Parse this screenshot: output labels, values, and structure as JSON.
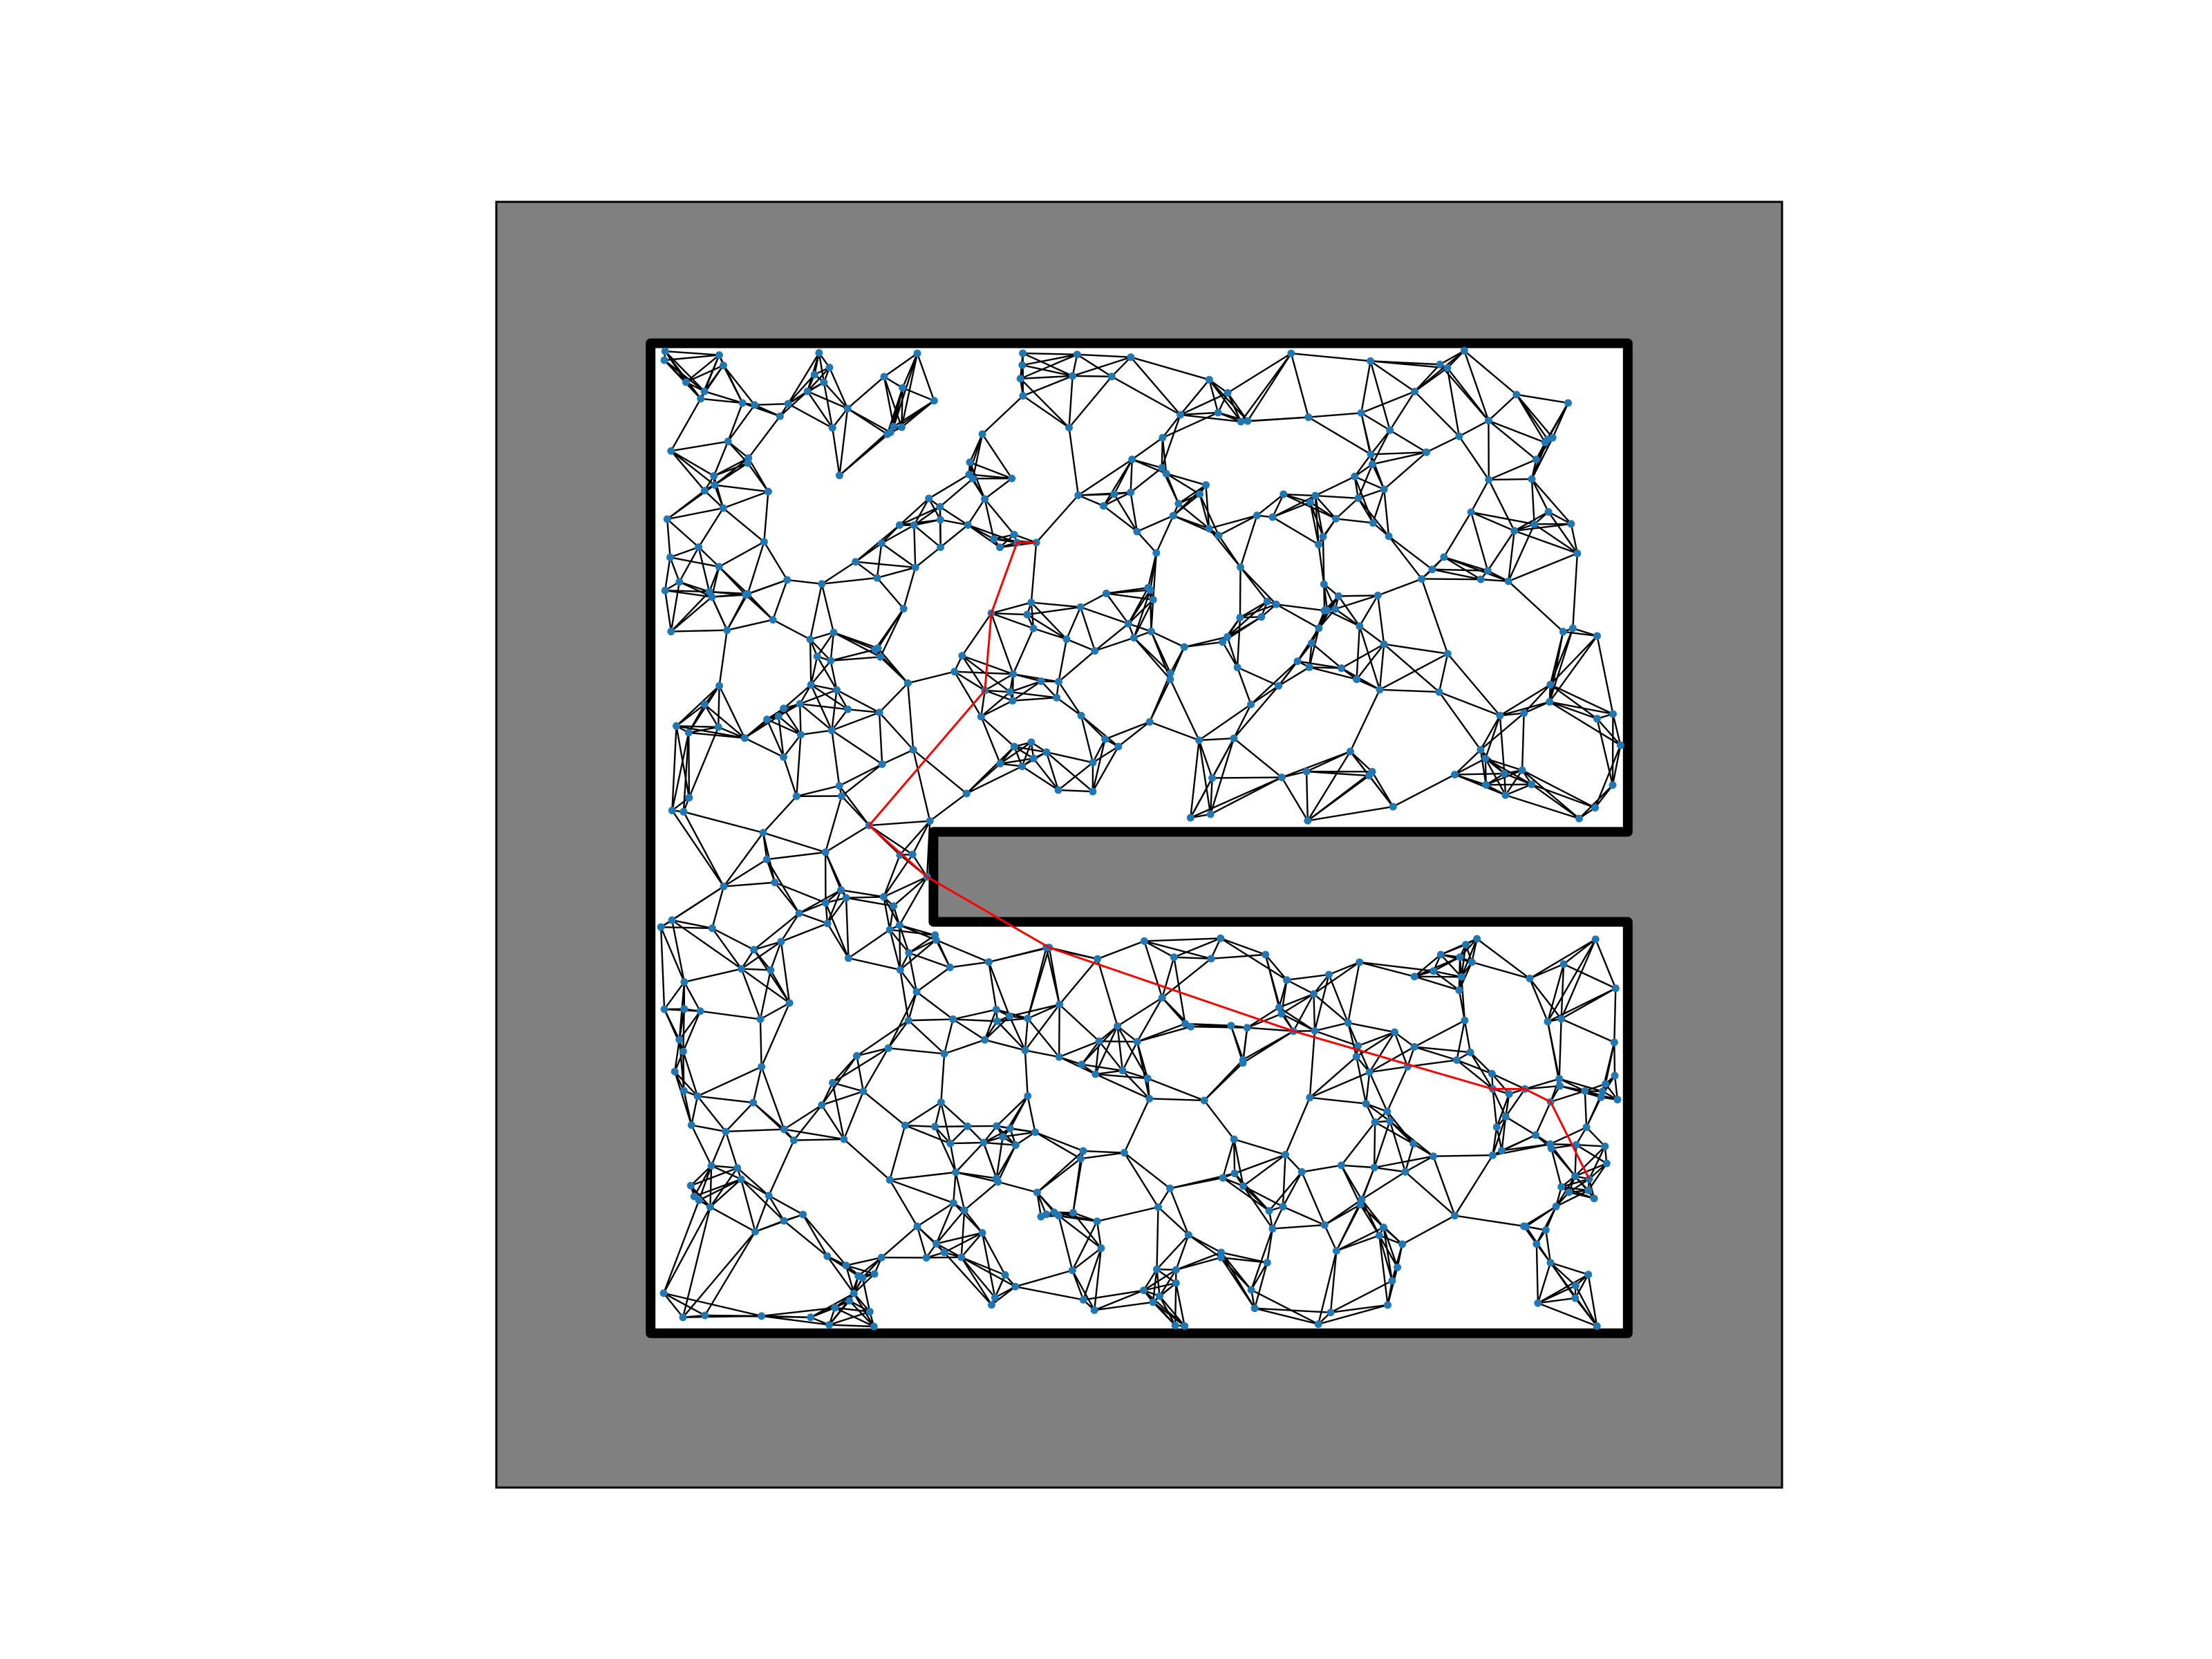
{
  "colors": {
    "background": "#ffffff",
    "obstacle": "#808080",
    "boundary": "#000000",
    "edge": "#000000",
    "node": "#1f77b4",
    "path": "#ff0000"
  },
  "chart_data": {
    "type": "scatter",
    "description_visible_text": "",
    "grid": false,
    "legend": "none",
    "axes_visible": false,
    "environment": {
      "outer_square": [
        [
          0,
          0
        ],
        [
          10,
          0
        ],
        [
          10,
          10
        ],
        [
          0,
          10
        ]
      ],
      "free_space_e_shape": [
        [
          1.2,
          1.2
        ],
        [
          8.8,
          1.2
        ],
        [
          8.8,
          4.4
        ],
        [
          3.4,
          4.4
        ],
        [
          3.4,
          5.1
        ],
        [
          8.8,
          5.1
        ],
        [
          8.8,
          8.9
        ],
        [
          1.2,
          8.9
        ]
      ]
    },
    "roadmap_seed": 7,
    "roadmap_node_count": 560,
    "path": [
      [
        8.5,
        2.4
      ],
      [
        8.2,
        3.0
      ],
      [
        8.0,
        3.1
      ],
      [
        7.75,
        3.1
      ],
      [
        6.2,
        3.55
      ],
      [
        4.3,
        4.2
      ],
      [
        3.35,
        4.75
      ],
      [
        2.9,
        5.15
      ],
      [
        3.8,
        6.2
      ],
      [
        3.85,
        6.8
      ],
      [
        4.05,
        7.35
      ],
      [
        4.2,
        7.35
      ]
    ]
  }
}
